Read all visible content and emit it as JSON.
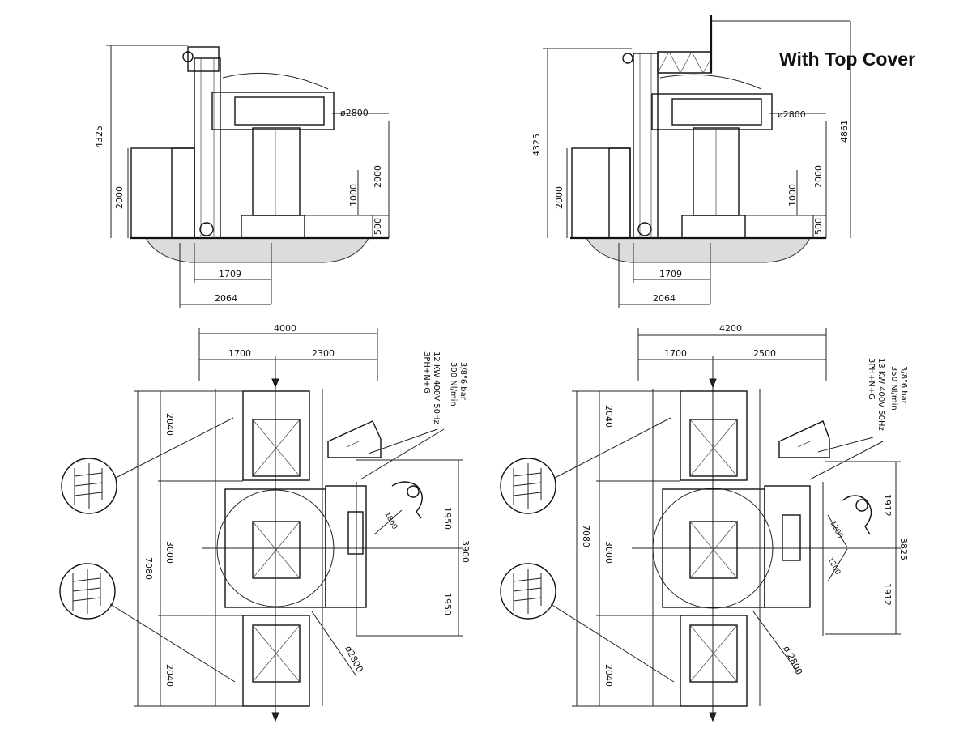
{
  "heading": "With Top Cover",
  "views": {
    "elev_left": {
      "overall_height": "4325",
      "diameter": "ø2800",
      "height_2000_left": "2000",
      "height_2000_right": "2000",
      "height_1000": "1000",
      "height_500": "500",
      "dim_1709": "1709",
      "dim_2064": "2064"
    },
    "elev_right": {
      "overall_height": "4325",
      "height_4861": "4861",
      "diameter": "ø2800",
      "height_2000_left": "2000",
      "height_2000_right": "2000",
      "height_1000": "1000",
      "height_500": "500",
      "dim_1709": "1709",
      "dim_2064": "2064"
    },
    "plan_left": {
      "width_total": "4000",
      "width_a": "1700",
      "width_b": "2300",
      "power_spec": [
        "3/8\"6 bar",
        "300 Nl/min",
        "12 KW 400V 50Hz",
        "3PH+N+G"
      ],
      "length_total": "7080",
      "len_top": "2040",
      "len_mid": "3000",
      "len_bot": "2040",
      "right_total": "3900",
      "right_top": "1950",
      "right_bot": "1950",
      "diameter": "ø2800",
      "small_dim": "1860"
    },
    "plan_right": {
      "width_total": "4200",
      "width_a": "1700",
      "width_b": "2500",
      "power_spec": [
        "3/8\"6 bar",
        "350 Nl/min",
        "13 KW 400V 50Hz",
        "3PH+N+G"
      ],
      "length_total": "7080",
      "len_top": "2040",
      "len_mid": "3000",
      "len_bot": "2040",
      "right_total": "3825",
      "right_top": "1912",
      "right_bot": "1912",
      "diameter": "ø 2800",
      "small_dim_a": "1200",
      "small_dim_b": "1200"
    }
  }
}
